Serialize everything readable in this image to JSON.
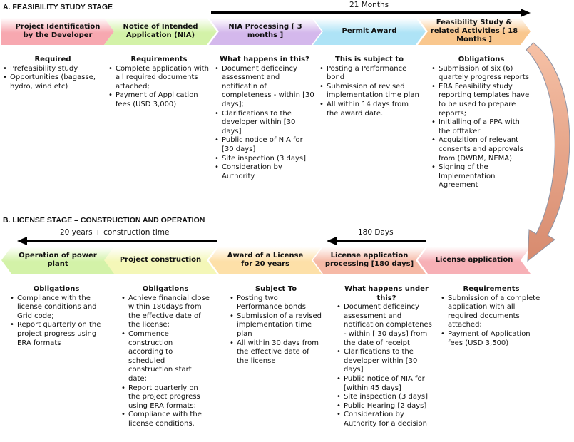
{
  "section_a": {
    "title": "A.  FEASIBILITY STUDY STAGE",
    "duration": "21 Months",
    "stages": [
      {
        "label": "Project Identification by the Developer",
        "color": "#f7a8b0"
      },
      {
        "label": "Notice of Intended Application (NIA)",
        "color": "#d3f2a8"
      },
      {
        "label": "NIA Processing [ 3 months ]",
        "color": "#d4b8ec"
      },
      {
        "label": "Permit Award",
        "color": "#aee3f6"
      },
      {
        "label": "Feasibility Study & related Activities [ 18 Months ]",
        "color": "#f9c78e"
      }
    ],
    "columns": [
      {
        "heading": "Required",
        "items": [
          "Prefeasibility study",
          "Opportunities (bagasse, hydro, wind etc)"
        ]
      },
      {
        "heading": "Requirements",
        "items": [
          "Complete application with all required documents attached;",
          "Payment of Application fees (USD 3,000)"
        ]
      },
      {
        "heading": "What happens in this?",
        "items": [
          "Document deficeincy assessment and notificatin of completeness - within [30 days];",
          "Clarifications to the developer within [30 days]",
          "Public notice of NIA for [30 days]",
          "Site inspection (3 days]",
          "Consideration by Authority"
        ]
      },
      {
        "heading": "This is subject to",
        "items": [
          "Posting a Performance bond",
          "Submission of revised implementation time plan",
          "All within 14 days from the award date."
        ]
      },
      {
        "heading": "Obligations",
        "items": [
          "Submission of six (6) quartely progress reports",
          "ERA Feasibility study reporting templates have to be used to prepare reports;",
          "Initialling of a PPA with the offtaker",
          "Acquizition of relevant consents and approvals from (DWRM, NEMA)",
          "Signing of the Implementation Agreement"
        ]
      }
    ]
  },
  "section_b": {
    "title": "B.  LICENSE STAGE – CONSTRUCTION AND OPERATION",
    "duration_long": "20 years + construction time",
    "duration_short": "180 Days",
    "stages": [
      {
        "label": "Operation of power plant",
        "color": "#d3f2a8"
      },
      {
        "label": "Project construction",
        "color": "#f4f7b8"
      },
      {
        "label": "Award of a License for 20 years",
        "color": "#fde0a8"
      },
      {
        "label": "License application processing [180 days]",
        "color": "#f6b9a6"
      },
      {
        "label": "License application",
        "color": "#f7b0b6"
      }
    ],
    "columns": [
      {
        "heading": "Obligations",
        "items": [
          "Compliance with the license conditions and Grid code;",
          "Report quarterly on the project progress using ERA formats"
        ]
      },
      {
        "heading": "Obligations",
        "items": [
          "Achieve financial close within 180days from the effective date of the license;",
          "Commence construction according to scheduled construction start date;",
          "Report quarterly on the project progress using ERA formats;",
          "Compliance with the license conditions."
        ]
      },
      {
        "heading": "Subject To",
        "items": [
          "Posting two Performance bonds",
          "Submission of a revised implementation time plan",
          "All within 30 days from the effective date of the license"
        ]
      },
      {
        "heading": "What happens under this?",
        "items": [
          "Document deficeincy assessment and notification completenes - within [ 30 days] from the date of receipt",
          "Clarifications to the developer within [30 days]",
          "Public notice of NIA for [within 45 days]",
          "Site inspection (3 days]",
          "Public Hearing [2 days]",
          "Consideration by Authority for a decision"
        ]
      },
      {
        "heading": "Requirements",
        "items": [
          "Submission of a complete application with all required documents attached;",
          "Payment of Application fees (USD 3,500)"
        ]
      }
    ]
  }
}
